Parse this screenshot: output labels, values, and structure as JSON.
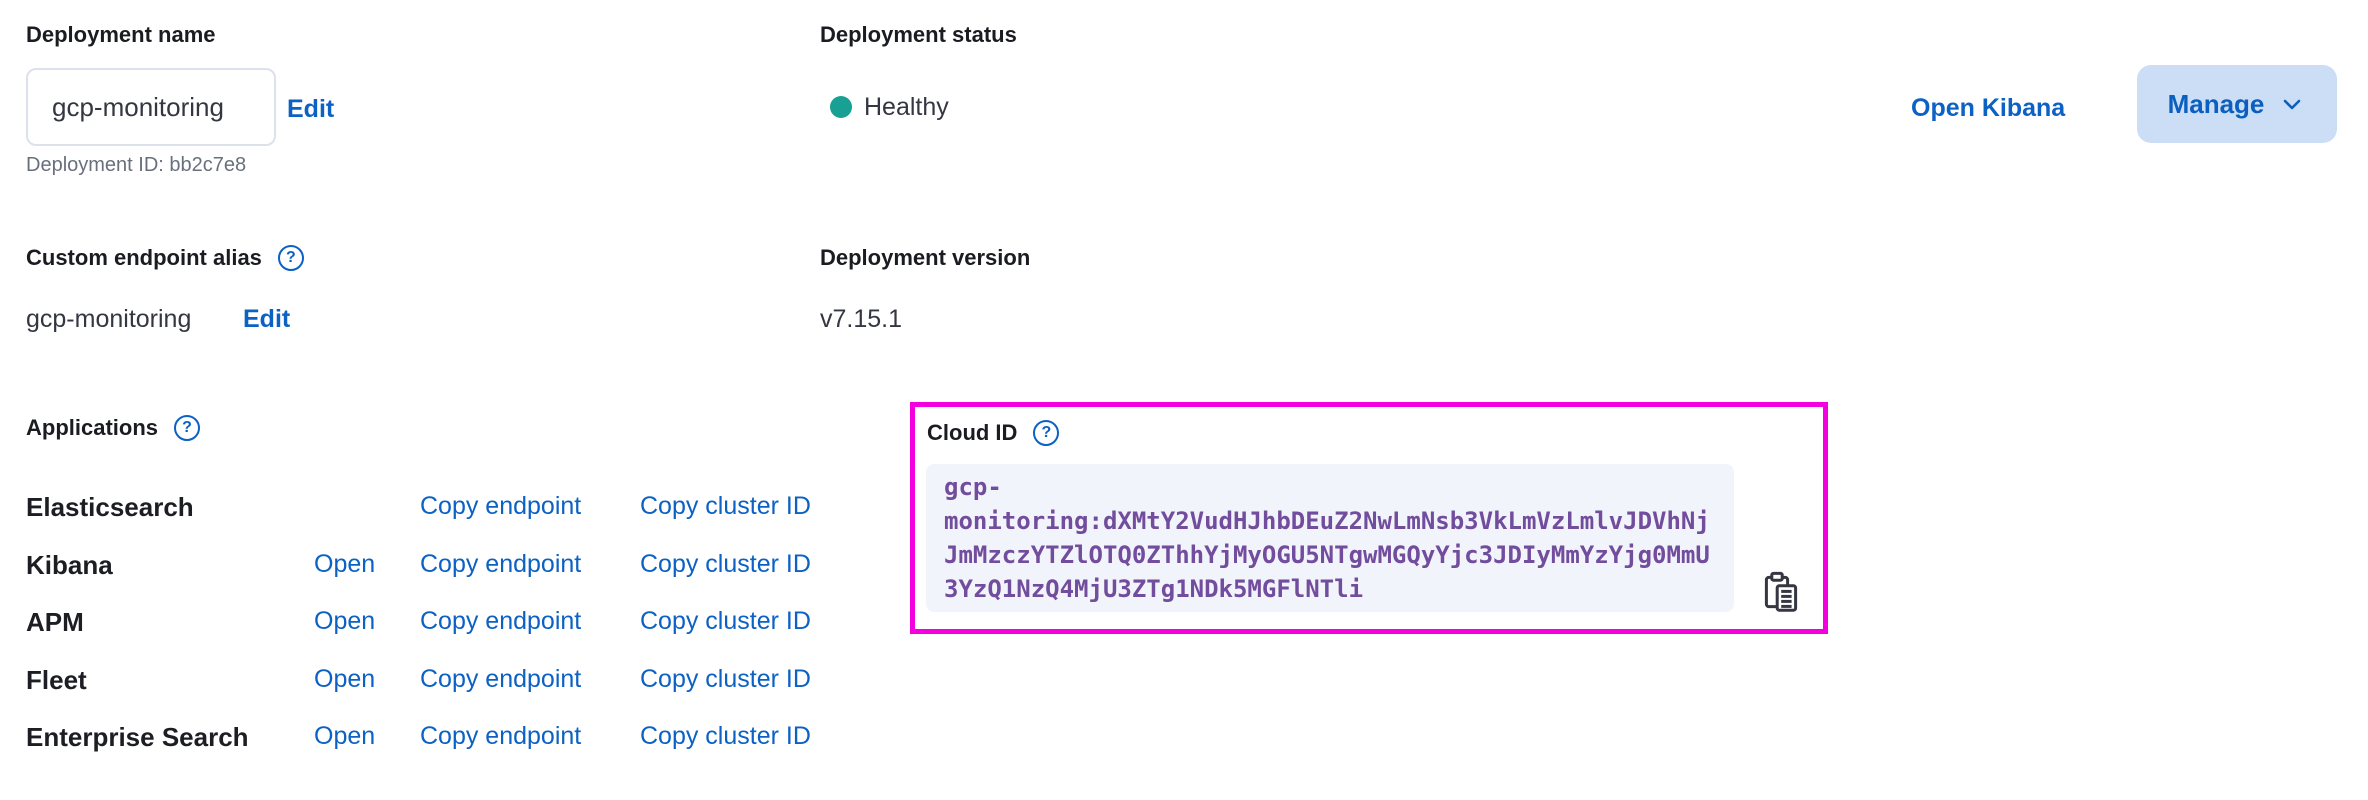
{
  "deployment_name": {
    "label": "Deployment name",
    "value": "gcp-monitoring",
    "edit_label": "Edit",
    "id_text": "Deployment ID: bb2c7e8"
  },
  "deployment_status": {
    "label": "Deployment status",
    "value": "Healthy",
    "dot_color": "#17a093"
  },
  "header_actions": {
    "open_kibana_label": "Open Kibana",
    "manage_label": "Manage",
    "manage_bg_color": "#ccdef5",
    "manage_text_color": "#0b5fbf"
  },
  "custom_endpoint": {
    "label": "Custom endpoint alias",
    "value": "gcp-monitoring",
    "edit_label": "Edit"
  },
  "deployment_version": {
    "label": "Deployment version",
    "value": "v7.15.1"
  },
  "applications": {
    "label": "Applications",
    "rows": [
      {
        "name": "Elasticsearch",
        "open": "",
        "copy_endpoint": "Copy endpoint",
        "copy_cluster_id": "Copy cluster ID"
      },
      {
        "name": "Kibana",
        "open": "Open",
        "copy_endpoint": "Copy endpoint",
        "copy_cluster_id": "Copy cluster ID"
      },
      {
        "name": "APM",
        "open": "Open",
        "copy_endpoint": "Copy endpoint",
        "copy_cluster_id": "Copy cluster ID"
      },
      {
        "name": "Fleet",
        "open": "Open",
        "copy_endpoint": "Copy endpoint",
        "copy_cluster_id": "Copy cluster ID"
      },
      {
        "name": "Enterprise Search",
        "open": "Open",
        "copy_endpoint": "Copy endpoint",
        "copy_cluster_id": "Copy cluster ID"
      }
    ]
  },
  "cloud_id": {
    "label": "Cloud ID",
    "value": "gcp-monitoring:dXMtY2VudHJhbDEuZ2NwLmNsb3VkLmVzLmlvJDVhNjJmMzczYTZlOTQ0ZThhYjMyOGU5NTgwMGQyYjc3JDIyMmYzYjg0MmU3YzQ1NzQ4MjU3ZTg1NDk5MGFlNTli",
    "code_text_color": "#724c9d",
    "code_bg_color": "#f1f4fa",
    "highlight_border_color": "#f400e0"
  },
  "icons": {
    "help": "?",
    "chevron_down": "chevron-down",
    "copy": "copy-to-clipboard",
    "health_dot": "health-status-dot"
  },
  "colors": {
    "link_blue": "#0c61c4",
    "label_text": "#1a1c21",
    "body_text": "#343741",
    "subdued_text": "#69707d"
  }
}
